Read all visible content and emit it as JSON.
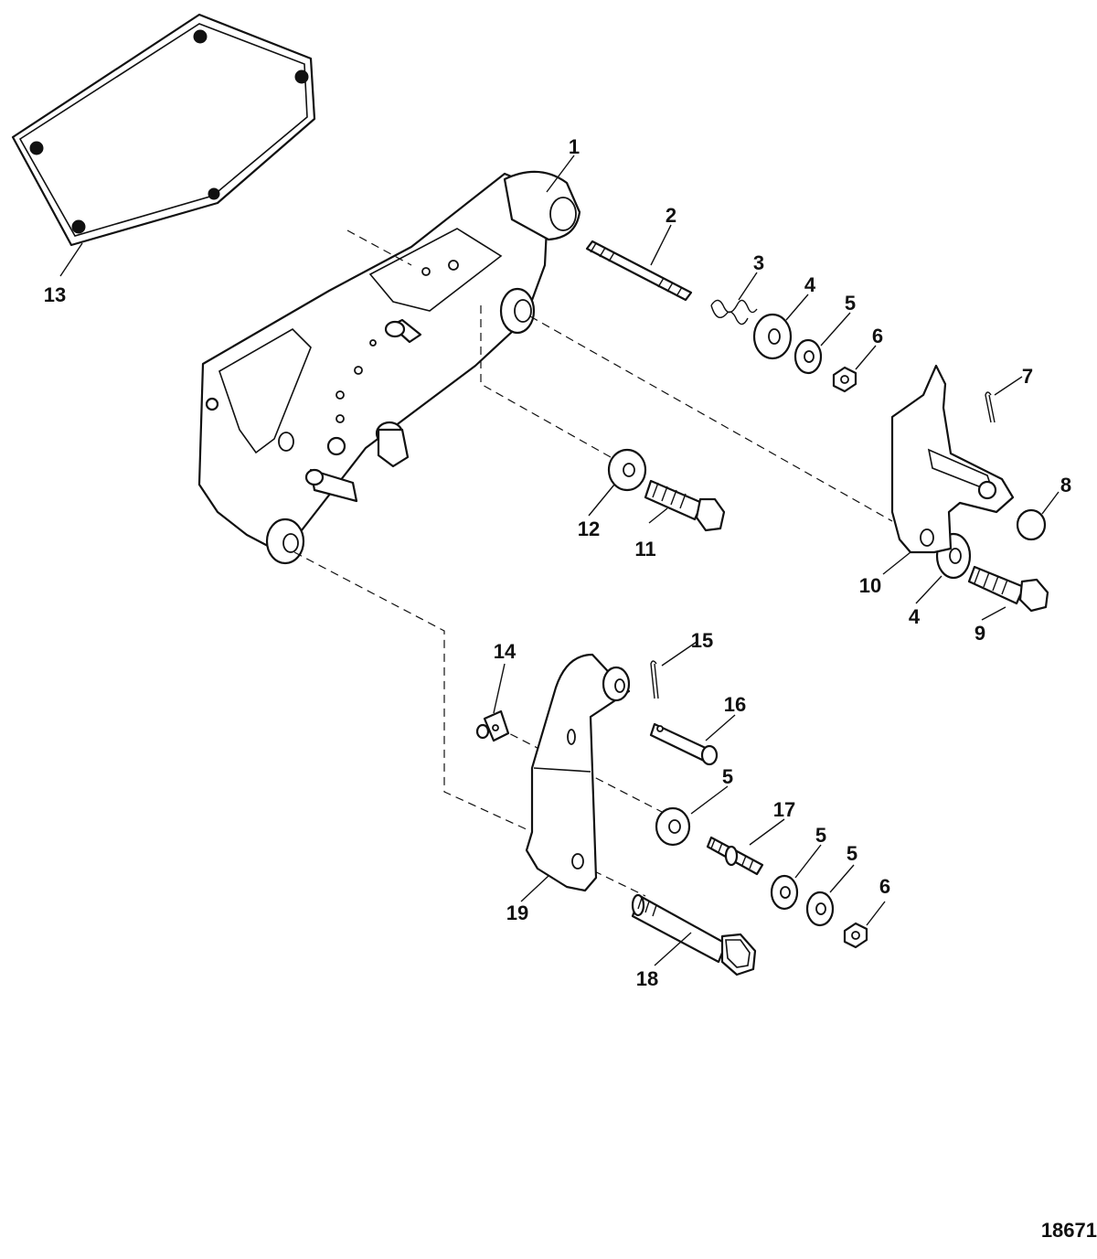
{
  "callouts": [
    {
      "id": "c1",
      "label": "1"
    },
    {
      "id": "c2",
      "label": "2"
    },
    {
      "id": "c3",
      "label": "3"
    },
    {
      "id": "c4a",
      "label": "4"
    },
    {
      "id": "c5a",
      "label": "5"
    },
    {
      "id": "c6a",
      "label": "6"
    },
    {
      "id": "c7",
      "label": "7"
    },
    {
      "id": "c8",
      "label": "8"
    },
    {
      "id": "c9",
      "label": "9"
    },
    {
      "id": "c10",
      "label": "10"
    },
    {
      "id": "c4b",
      "label": "4"
    },
    {
      "id": "c11",
      "label": "11"
    },
    {
      "id": "c12",
      "label": "12"
    },
    {
      "id": "c13",
      "label": "13"
    },
    {
      "id": "c14",
      "label": "14"
    },
    {
      "id": "c15",
      "label": "15"
    },
    {
      "id": "c16",
      "label": "16"
    },
    {
      "id": "c5b",
      "label": "5"
    },
    {
      "id": "c17",
      "label": "17"
    },
    {
      "id": "c5c",
      "label": "5"
    },
    {
      "id": "c5d",
      "label": "5"
    },
    {
      "id": "c6b",
      "label": "6"
    },
    {
      "id": "c18",
      "label": "18"
    },
    {
      "id": "c19",
      "label": "19"
    }
  ],
  "figure_number": "18671"
}
